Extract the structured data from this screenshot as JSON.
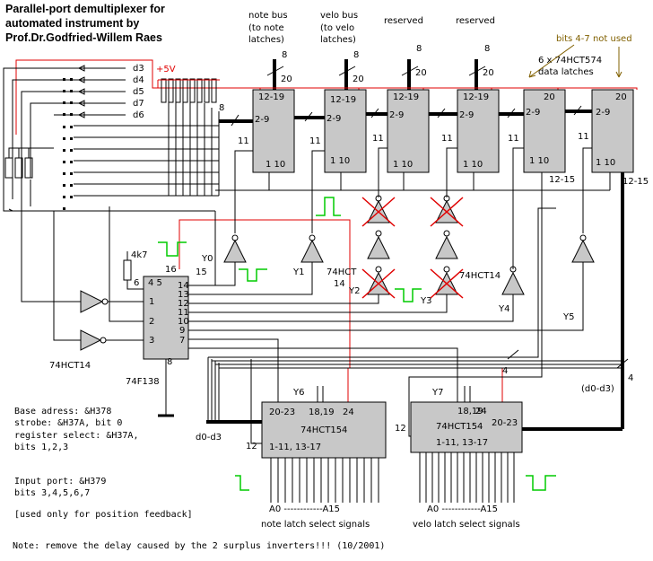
{
  "title": {
    "line1": "Parallel-port demultiplexer for",
    "line2": "automated instrument by",
    "line3": "Prof.Dr.Godfried-Willem Raes"
  },
  "top_labels": {
    "note_bus": [
      "note bus",
      "(to note",
      "latches)"
    ],
    "velo_bus": [
      "velo bus",
      "(to velo",
      "latches)"
    ],
    "reserved1": "reserved",
    "reserved2": "reserved",
    "bits_not_used": "bits 4-7 not used",
    "data_latches": [
      "6 x 74HCT574",
      "data latches"
    ]
  },
  "power_label": "+5V",
  "data_lines": [
    "d3",
    "d4",
    "d5",
    "d7",
    "d6"
  ],
  "latch_pins": {
    "top": "12-19",
    "top_last": "20",
    "side": "2-9",
    "ctrl": "1 10",
    "clk": "11",
    "out_side": "12-15"
  },
  "bus_numbers": {
    "eight": "8",
    "twenty": "20",
    "four": "4",
    "twelve": "12"
  },
  "resistor_label": "4k7",
  "pin_labels": {
    "p16": "16",
    "p6": "6",
    "p45": "4 5",
    "p15": "15",
    "dec_left": [
      "1",
      "2",
      "3"
    ],
    "dec_right": [
      "14",
      "13",
      "12",
      "11",
      "10",
      "9",
      "7"
    ],
    "dec_bottom": "8"
  },
  "y_labels": [
    "Y0",
    "Y1",
    "Y2",
    "Y3",
    "Y4",
    "Y5",
    "Y6",
    "Y7"
  ],
  "ic_labels": {
    "hct14_a": "74HCT\n14",
    "hct14_a1": "74HCT",
    "hct14_a2": "14",
    "hct14_b": "74HCT14",
    "hct14_c": "74HCT14",
    "decoder": "74F138",
    "demux": "74HCT154"
  },
  "demux_pins": {
    "in": "20-23",
    "mid": "18,19",
    "p24": "24",
    "out": "1-11, 13-17",
    "p12": "12"
  },
  "d0d3": "d0-d3",
  "d0d3_paren": "(d0-d3)",
  "addr_range": "A0 ------------A15",
  "note_select": "note latch select signals",
  "velo_select": "velo latch select signals",
  "info": [
    "Base adress: &H378",
    "strobe: &H37A, bit 0",
    "register select: &H37A,",
    "bits 1,2,3",
    "",
    "Input port: &H379",
    "bits 3,4,5,6,7",
    "[used only for position feedback]"
  ],
  "footnote": "Note: remove the delay caused by the 2 surplus inverters!!! (10/2001)",
  "colors": {
    "power": "#e00000",
    "pulse": "#00cc00",
    "annotation": "#806000",
    "chip_fill": "#c8c8c8"
  }
}
